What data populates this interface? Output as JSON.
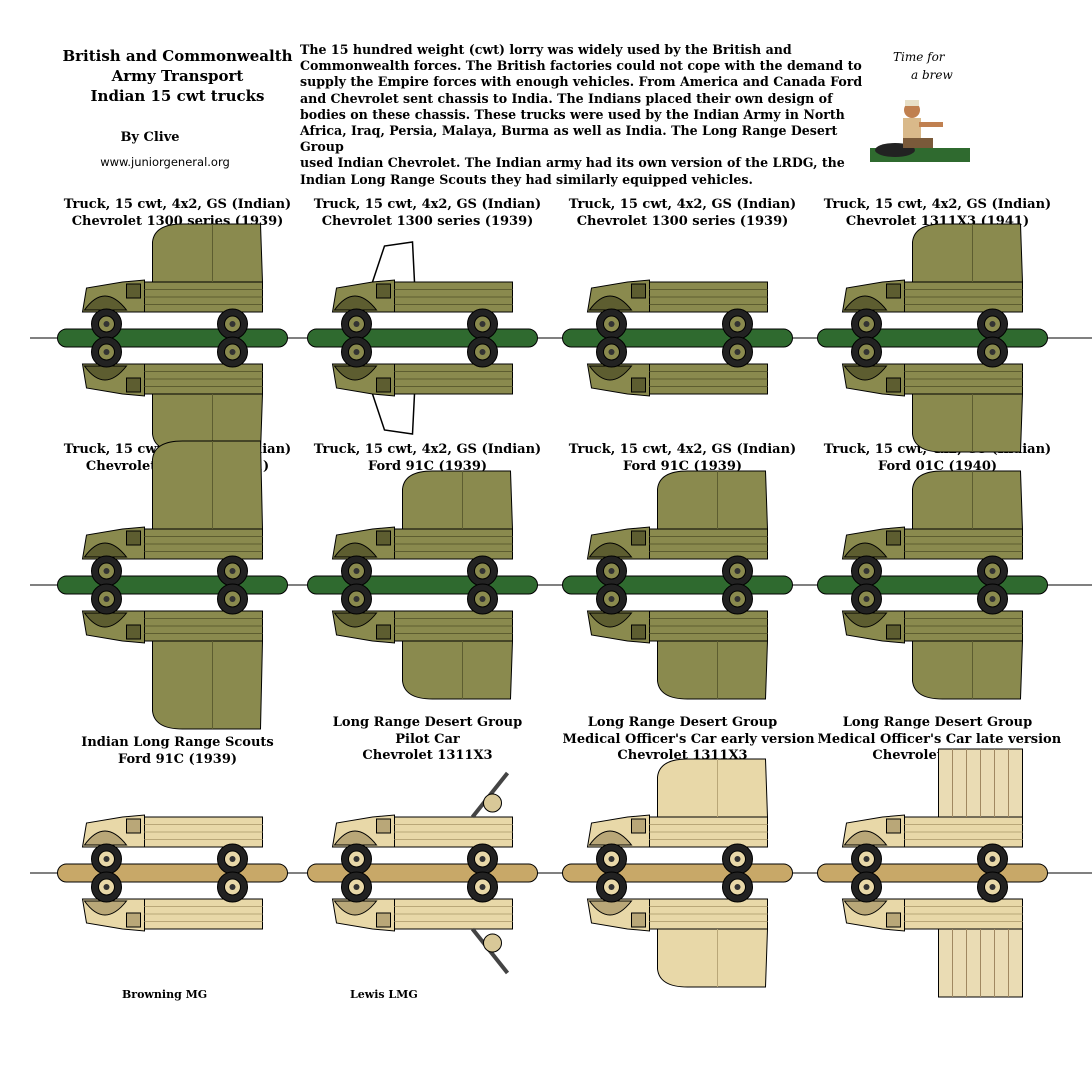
{
  "header": {
    "title_lines": [
      "British and Commonwealth",
      "Army Transport",
      "Indian 15 cwt trucks"
    ],
    "byline": "By Clive",
    "website": "www.juniorgeneral.org"
  },
  "intro_lines": [
    "The 15 hundred weight (cwt) lorry was widely used by the British and",
    "Commonwealth forces.  The British factories could not cope with the demand to",
    "supply the Empire forces with enough vehicles. From America and Canada Ford",
    "and Chevrolet sent chassis to India. The Indians placed their own design of",
    "bodies on these chassis. These trucks were used by the Indian Army in North",
    "Africa, Iraq, Persia, Malaya, Burma as well as India. The Long Range Desert Group",
    "used Indian Chevrolet. The Indian army had its own version of the LRDG, the",
    "Indian Long Range Scouts they had similarly equipped vehicles."
  ],
  "brew": {
    "line1": "Time for",
    "line2": "a brew"
  },
  "colors": {
    "olive": "#8a8a4e",
    "olive_dark": "#5d5d30",
    "sand": "#e8d8a8",
    "base_green": "#2f6a2f",
    "base_sand": "#c8a868"
  },
  "vehicles": [
    {
      "lines": [
        "Truck, 15 cwt, 4x2, GS (Indian)",
        "Chevrolet  1300 series (1939)"
      ],
      "scheme": "olive",
      "body": "tilt"
    },
    {
      "lines": [
        "Truck, 15 cwt, 4x2, GS (Indian)",
        "Chevrolet  1300 series (1939)"
      ],
      "scheme": "olive",
      "body": "open-screen"
    },
    {
      "lines": [
        "Truck, 15 cwt, 4x2, GS (Indian)",
        "Chevrolet  1300 series (1939)"
      ],
      "scheme": "olive",
      "body": "open"
    },
    {
      "lines": [
        "Truck, 15 cwt, 4x2, GS (Indian)",
        "Chevrolet  1311X3 (1941)"
      ],
      "scheme": "olive",
      "body": "tilt"
    },
    {
      "lines": [
        "Truck, 15 cwt, 4x2, GS (Indian)",
        "Chevrolet  1311X3 (1941)"
      ],
      "scheme": "olive",
      "body": "tall-tilt"
    },
    {
      "lines": [
        "Truck, 15 cwt, 4x2, GS (Indian)",
        "Ford 91C (1939)"
      ],
      "scheme": "olive",
      "body": "tilt"
    },
    {
      "lines": [
        "Truck, 15 cwt, 4x2, GS (Indian)",
        "Ford 91C (1939)"
      ],
      "scheme": "olive",
      "body": "tilt"
    },
    {
      "lines": [
        "Truck, 15 cwt, 4x2, GS (Indian)",
        "Ford 01C (1940)"
      ],
      "scheme": "olive",
      "body": "tilt"
    },
    {
      "lines": [
        "Indian Long Range Scouts",
        "Ford 91C (1939)"
      ],
      "scheme": "sand",
      "body": "open"
    },
    {
      "lines": [
        "Long Range Desert Group",
        "Pilot Car",
        "Chevrolet  1311X3"
      ],
      "scheme": "sand",
      "body": "open-mg"
    },
    {
      "lines": [
        "Long Range Desert Group",
        "Medical Officer's Car early version",
        "Chevrolet  1311X3"
      ],
      "scheme": "sand",
      "body": "tilt"
    },
    {
      "lines": [
        "Long Range Desert Group",
        "Medical Officer's Car late version",
        "Chevrolet  1311X3"
      ],
      "scheme": "sand",
      "body": "box"
    }
  ],
  "notes": {
    "browning": "Browning MG",
    "lewis": "Lewis LMG"
  }
}
